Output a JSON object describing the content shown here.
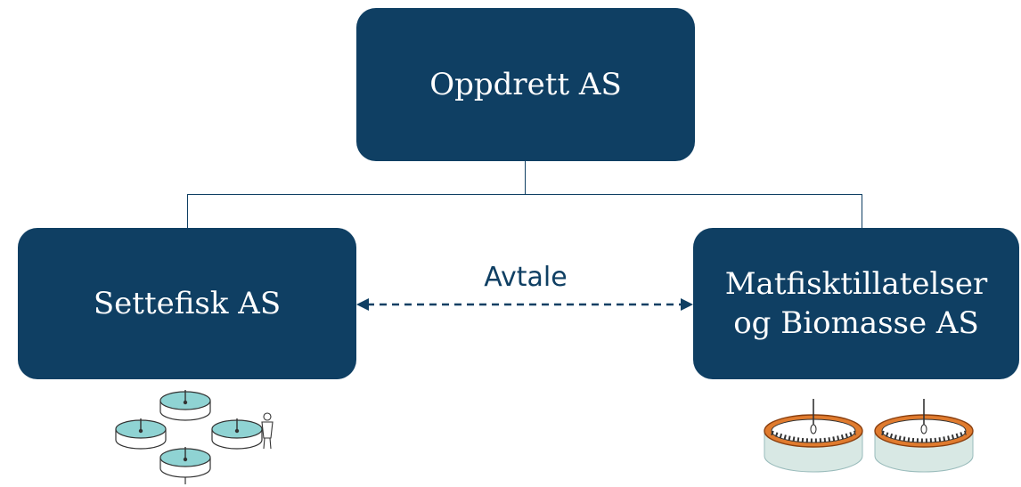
{
  "diagram": {
    "top_box": {
      "label": "Oppdrett AS"
    },
    "left_box": {
      "label": "Settefisk AS"
    },
    "right_box": {
      "label_lines": [
        "Matfisktillatelser",
        "og Biomasse AS"
      ]
    },
    "agreement_label": "Avtale",
    "colors": {
      "box_fill": "#0f3f63",
      "box_text": "#ffffff",
      "connector": "#0f3f63",
      "ring_orange": "#d2691e",
      "water": "#8fd3d3"
    },
    "icons": {
      "left": "hatchery-tanks-illustration",
      "right": "fish-farm-pens-illustration"
    }
  }
}
